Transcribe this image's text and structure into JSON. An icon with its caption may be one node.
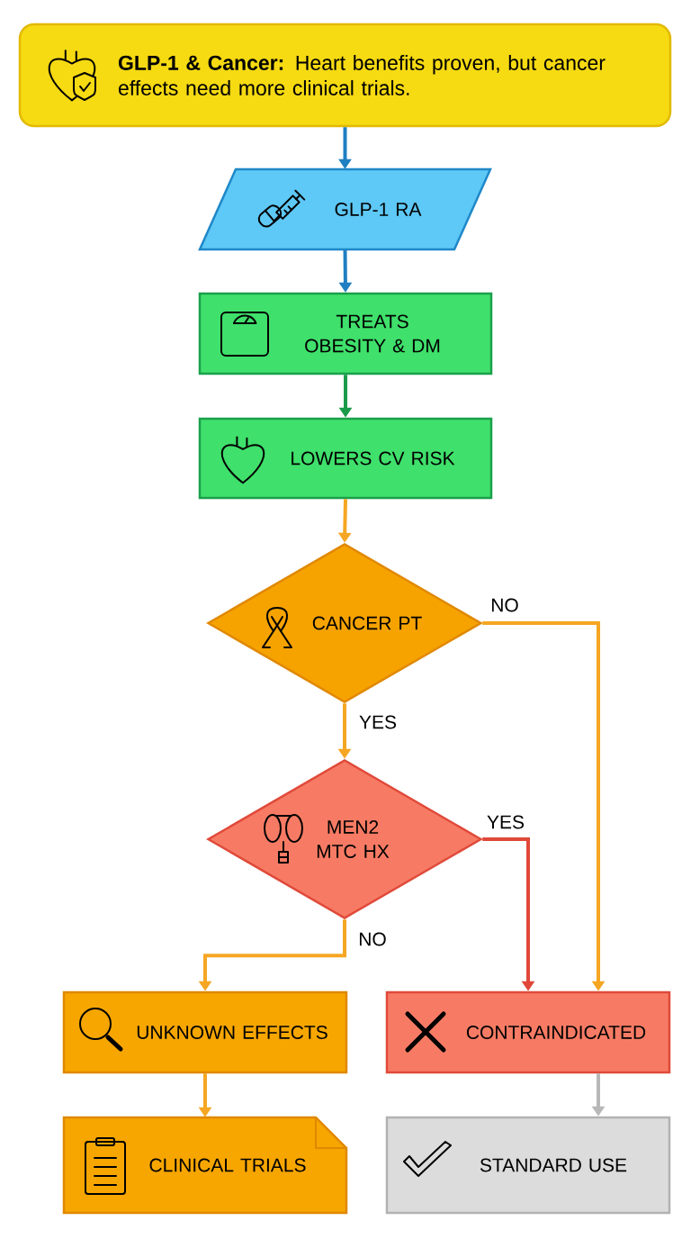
{
  "diagram": {
    "nodes": [
      {
        "text": [
          "**GLP-1 & Cancer:** Heart benefits proven, but cancer effects need more clinical trials."
        ]
      },
      {
        "text": [
          "GLP-1 RA"
        ]
      },
      {
        "text": [
          "TREATS OBESITY & DM"
        ]
      },
      {
        "text": [
          "LOWERS CV RISK"
        ]
      },
      {
        "text": [
          "CANCER PT"
        ]
      },
      {
        "text": [
          "MEN2 MTC HX"
        ]
      },
      {
        "text": [
          "UNKNOWN EFFECTS"
        ]
      },
      {
        "text": [
          "CONTRAINDICATED"
        ]
      },
      {
        "text": [
          "CLINICAL TRIALS"
        ]
      },
      {
        "text": [
          "STANDARD USE"
        ]
      }
    ],
    "edges": [
      {
        "from": 0,
        "to": 1,
        "arrow": "to",
        "color": "#1f7fc1"
      },
      {
        "from": 1,
        "to": 2,
        "arrow": "to",
        "color": "#1f7fc1"
      },
      {
        "from": 2,
        "to": 3,
        "arrow": "to",
        "color": "#1a9a4a"
      },
      {
        "from": 3,
        "to": 4,
        "arrow": "to"
      },
      {
        "from": 4,
        "to": 7,
        "arrow": "to",
        "label": "NO"
      },
      {
        "from": 4,
        "to": 5,
        "arrow": "to",
        "label": "YES"
      },
      {
        "from": 5,
        "to": 7,
        "arrow": "to",
        "label": "YES",
        "color": "#e0483a"
      },
      {
        "from": 5,
        "to": 6,
        "arrow": "to",
        "label": "NO"
      },
      {
        "from": 6,
        "to": 8,
        "arrow": "to"
      },
      {
        "from": 7,
        "to": 9,
        "arrow": "to",
        "color": "#b8b8b8"
      }
    ]
  }
}
